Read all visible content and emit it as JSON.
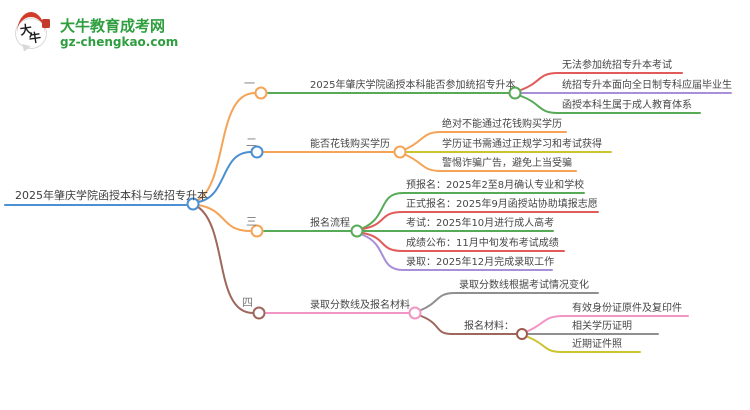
{
  "logo": {
    "title": "大牛教育成考网",
    "subtitle": "gz-chengkao.com",
    "icon_text_top": "大",
    "icon_text_bottom": "牛"
  },
  "root": {
    "text": "2025年肇庆学院函授本科与统招专升本"
  },
  "branches": [
    {
      "index": "一",
      "title": "2025年肇庆学院函授本科能否参加统招专升本",
      "items": [
        {
          "text": "无法参加统招专升本考试"
        },
        {
          "text": "统招专升本面向全日制专科应届毕业生"
        },
        {
          "text": "函授本科生属于成人教育体系"
        }
      ]
    },
    {
      "index": "二",
      "title": "能否花钱购买学历",
      "items": [
        {
          "text": "绝对不能通过花钱购买学历"
        },
        {
          "text": "学历证书需通过正规学习和考试获得"
        },
        {
          "text": "警惕诈骗广告，避免上当受骗"
        }
      ]
    },
    {
      "index": "三",
      "title": "报名流程",
      "items": [
        {
          "text": "预报名：2025年2至8月确认专业和学校"
        },
        {
          "text": "正式报名：2025年9月函授站协助填报志愿"
        },
        {
          "text": "考试：2025年10月进行成人高考"
        },
        {
          "text": "成绩公布：11月中旬发布考试成绩"
        },
        {
          "text": "录取：2025年12月完成录取工作"
        }
      ]
    },
    {
      "index": "四",
      "title": "录取分数线及报名材料",
      "items": [
        {
          "text": "录取分数线根据考试情况变化"
        },
        {
          "text": "报名材料："
        }
      ],
      "sub_items": [
        {
          "text": "有效身份证原件及复印件"
        },
        {
          "text": "相关学历证明"
        },
        {
          "text": "近期证件照"
        }
      ]
    }
  ],
  "colors": {
    "brand_green": "#2f9e3f",
    "blue": "#4a90d2",
    "orange": "#f5a356",
    "green": "#57ab57",
    "red": "#e15b5b",
    "purple": "#a98fd8",
    "yellow": "#cbc42e",
    "pink": "#f295c5",
    "brown": "#9e675c",
    "gray": "#8f8f8f",
    "text": "#474747"
  }
}
